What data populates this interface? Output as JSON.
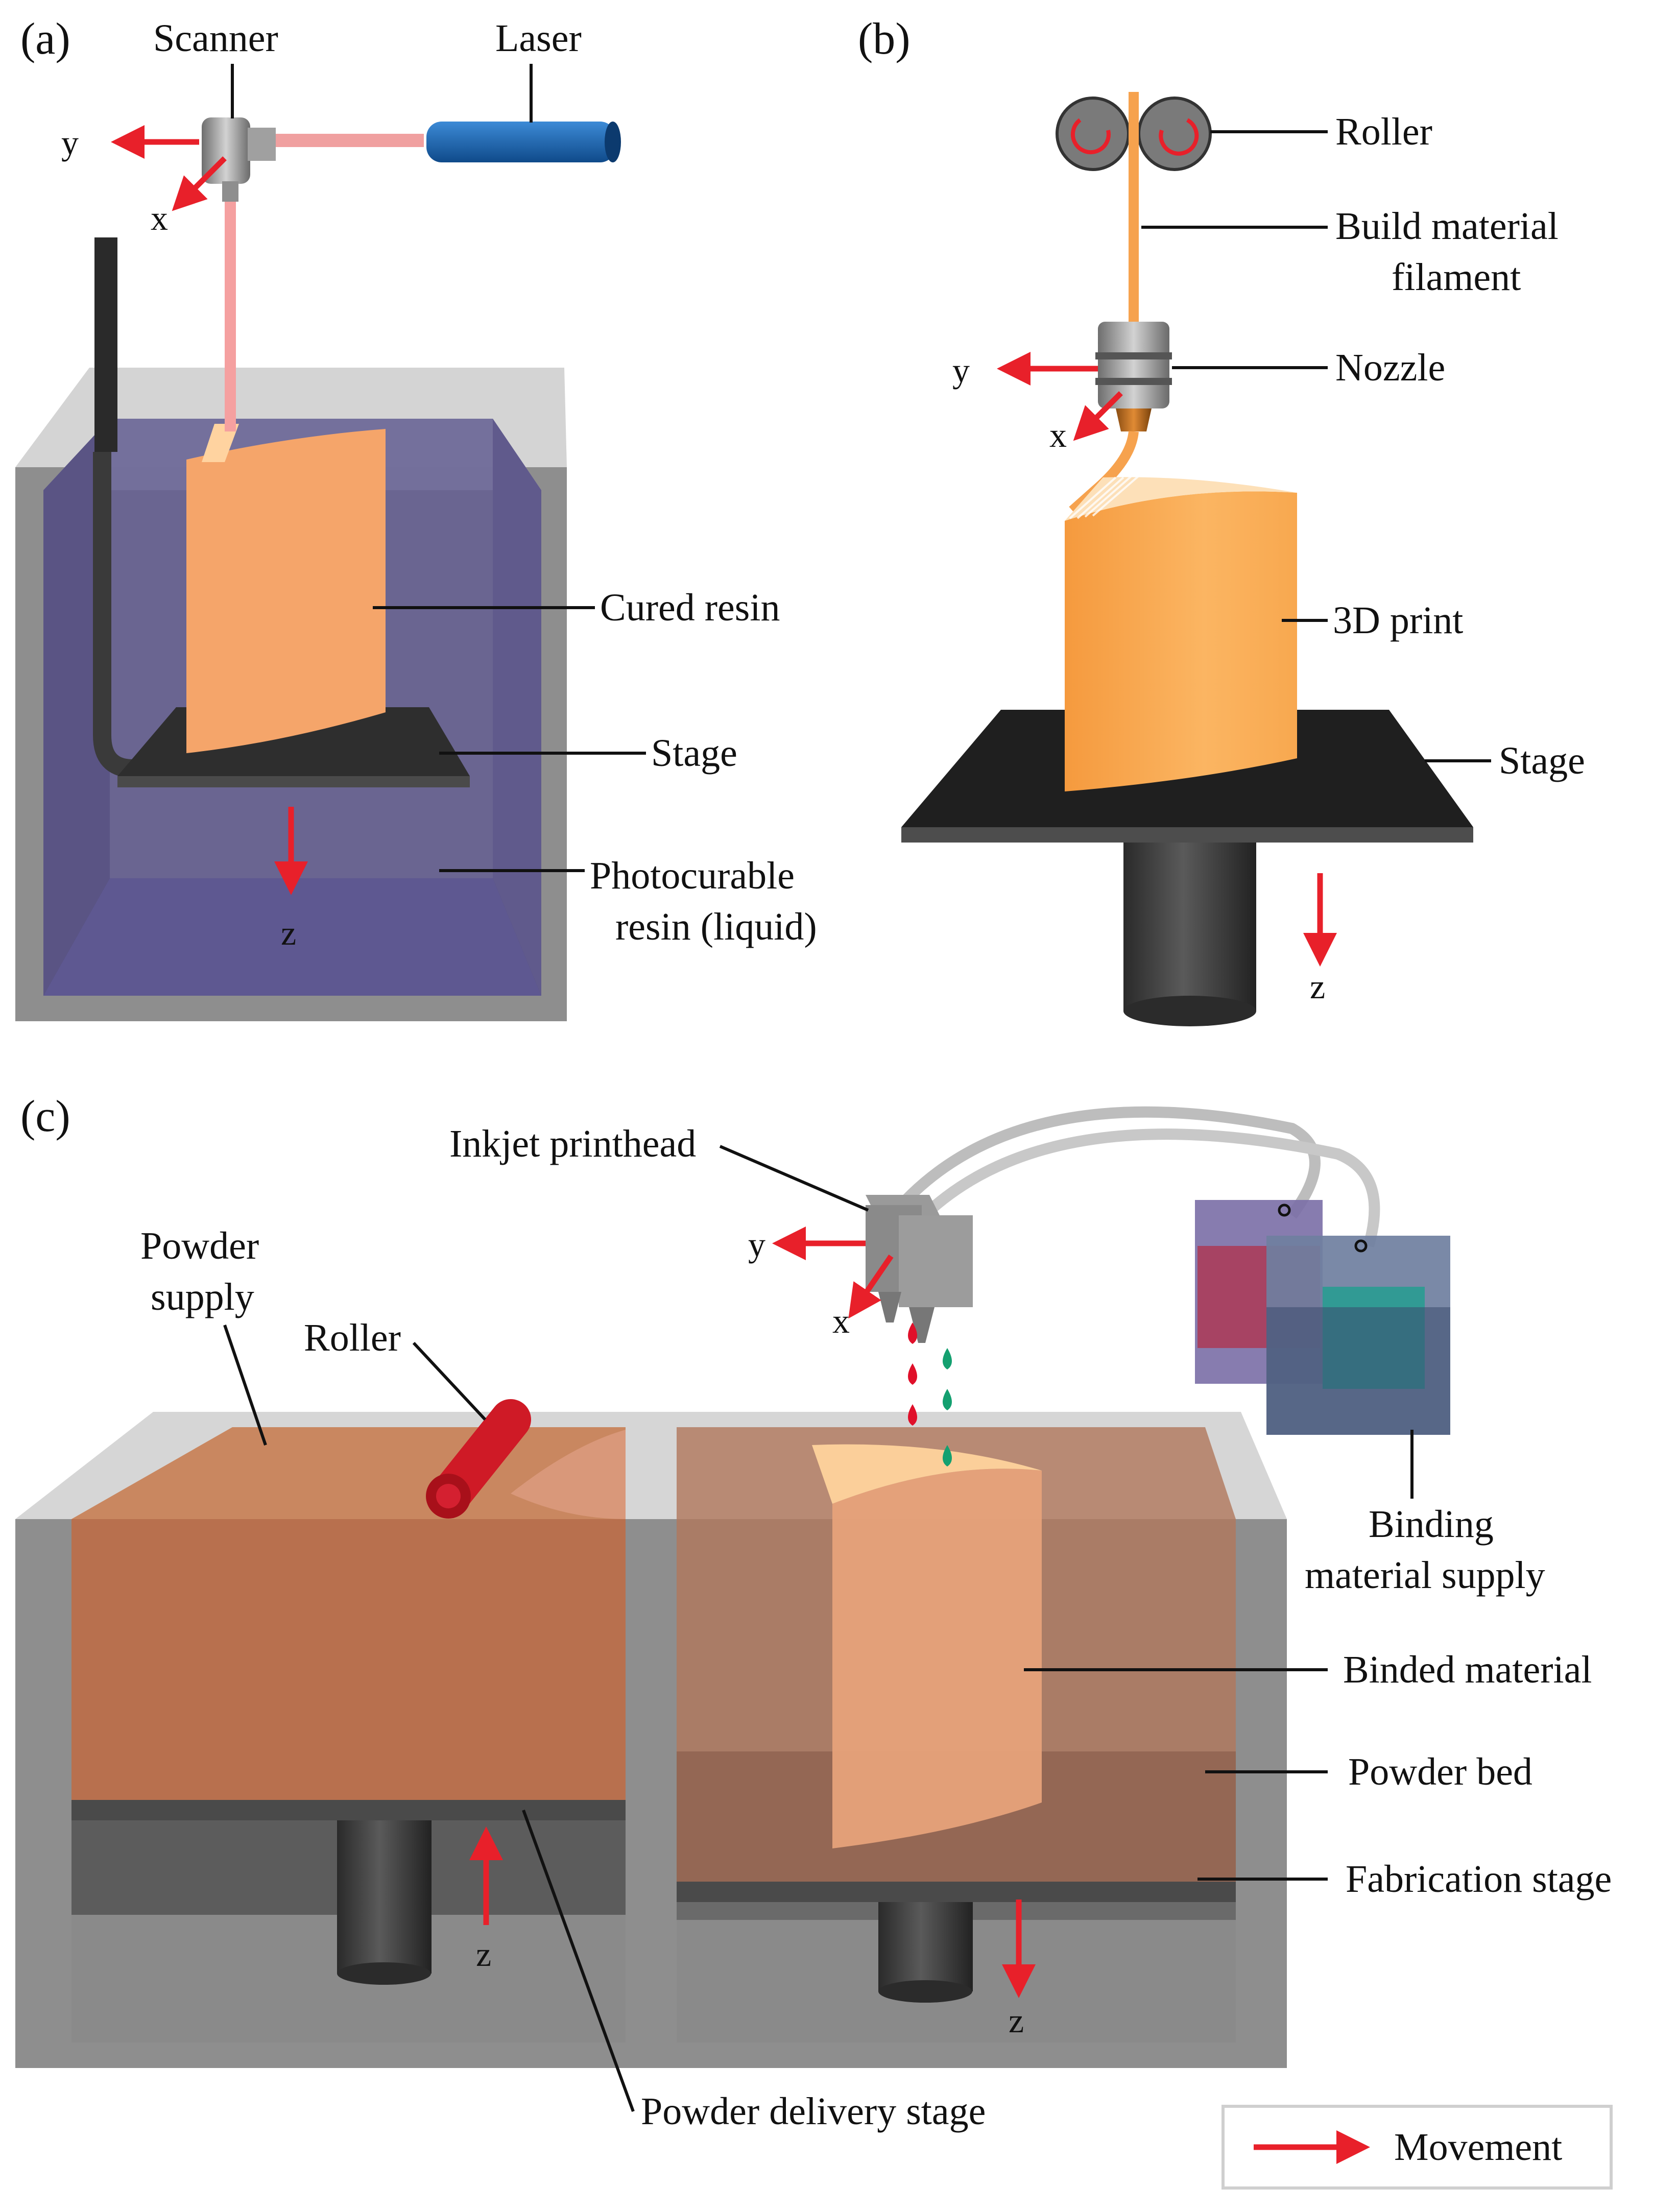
{
  "panels": {
    "a": {
      "tag": "(a)",
      "labels": {
        "scanner": "Scanner",
        "laser": "Laser",
        "cured_resin": "Cured resin",
        "stage": "Stage",
        "resin_line1": "Photocurable",
        "resin_line2": "resin (liquid)"
      },
      "axes": {
        "x": "x",
        "y": "y",
        "z": "z"
      }
    },
    "b": {
      "tag": "(b)",
      "labels": {
        "roller": "Roller",
        "filament_line1": "Build material",
        "filament_line2": "filament",
        "nozzle": "Nozzle",
        "print": "3D print",
        "stage": "Stage"
      },
      "axes": {
        "x": "x",
        "y": "y",
        "z": "z"
      }
    },
    "c": {
      "tag": "(c)",
      "labels": {
        "printhead": "Inkjet printhead",
        "powder_supply_line1": "Powder",
        "powder_supply_line2": "supply",
        "roller": "Roller",
        "binding_line1": "Binding",
        "binding_line2": "material supply",
        "binded": "Binded material",
        "powder_bed": "Powder bed",
        "fab_stage": "Fabrication stage",
        "delivery_stage": "Powder delivery stage"
      },
      "axes": {
        "x": "x",
        "y": "y",
        "z_left": "z",
        "z_right": "z"
      }
    }
  },
  "legend": {
    "movement": "Movement"
  },
  "colors": {
    "arrow": "#e8202a",
    "resin": "#6e6a96",
    "print": "#f7a95c",
    "powder": "#b8704e",
    "tank_wall": "#8e8e8e",
    "stage": "#2e2e2e",
    "laser_body": "#1a5fa8",
    "ink_red": "#e0102a",
    "ink_green": "#14a070"
  }
}
